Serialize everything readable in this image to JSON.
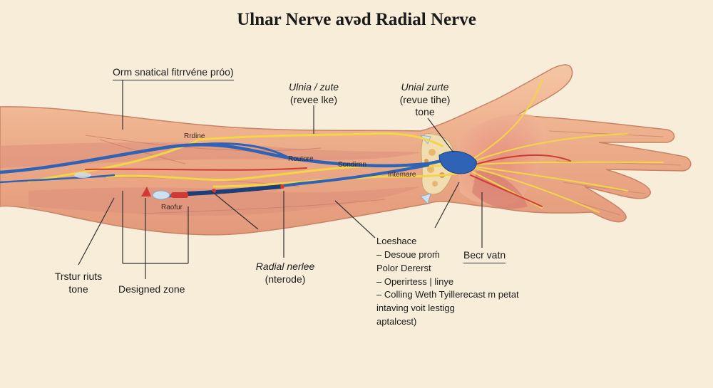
{
  "title": "Ulnar Nerve avəd Radial Nerve",
  "callouts": {
    "top_left": "Orm snatical fitrrvéne próo)",
    "ulnar_zute_1": "Ulnia / zute",
    "ulnar_zute_1_sub": "(revee lke)",
    "ulnar_zute_2": "Unial zurte",
    "ulnar_zute_2_sub1": "(revue tihe)",
    "ulnar_zute_2_sub2": "tone",
    "rrdine": "Rrdine",
    "routore": "Routore",
    "sondirnn": "Sondirnn",
    "intemare": "Intemare",
    "raofur": "Raofur",
    "trstur_1": "Trstur riuts",
    "trstur_2": "tone",
    "designed_zone": "Designed zone",
    "radial_nerve": "Radial nerlee",
    "radial_nerve_sub": "(nterode)",
    "becr_vatn": "Becr vatn"
  },
  "notes": {
    "l1": "Loeshace",
    "l2": "–  Desoue proḿ",
    "l3": "Polor Dererst",
    "l4": "–  Operirtess | linye",
    "l5": "–  Colling Weth Tyillerecast m petat",
    "l6": "intaving voit lestigg",
    "l7": "aptalcest)"
  },
  "colors": {
    "background": "#f8edd8",
    "skin": "#f0b592",
    "muscle": "#dc7f72",
    "bone": "#f1ddb0",
    "ulnar_nerve": "#2e63b5",
    "radial_nerve": "#f3d548",
    "artery": "#cf3a34"
  }
}
